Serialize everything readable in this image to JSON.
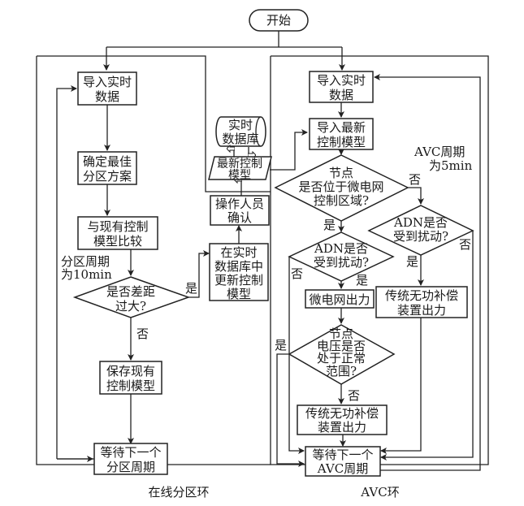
{
  "diagram": {
    "start": "开始",
    "left_loop": {
      "caption": "在线分区环",
      "period_note": [
        "分区周期",
        "为10min"
      ],
      "import_data": [
        "导入实时",
        "数据"
      ],
      "determine_partition": [
        "确定最佳",
        "分区方案"
      ],
      "compare_model": [
        "与现有控制",
        "模型比较"
      ],
      "gap_decision": [
        "是否差距",
        "过大?"
      ],
      "save_model": [
        "保存现有",
        "控制模型"
      ],
      "wait_period": [
        "等待下一个",
        "分区周期"
      ],
      "update_db": [
        "在实时",
        "数据库中",
        "更新控制",
        "模型"
      ],
      "operator_confirm": [
        "操作人员",
        "确认"
      ],
      "yes": "是",
      "no": "否"
    },
    "shared": {
      "realtime_db": [
        "实时",
        "数据库"
      ],
      "latest_model": [
        "最新控制",
        "模型"
      ]
    },
    "right_loop": {
      "caption": "AVC环",
      "period_note": [
        "AVC周期",
        "为5min"
      ],
      "import_data": [
        "导入实时",
        "数据"
      ],
      "import_model": [
        "导入最新",
        "控制模型"
      ],
      "node_in_microgrid": [
        "节点",
        "是否位于微电网",
        "控制区域?"
      ],
      "adn_disturbed_right": [
        "ADN是否",
        "受到扰动?"
      ],
      "adn_disturbed_left": [
        "ADN是否",
        "受到扰动?"
      ],
      "microgrid_output": "微电网出力",
      "traditional_output_right": [
        "传统无功补偿",
        "装置出力"
      ],
      "voltage_normal": [
        "节点",
        "电压是否",
        "处于正常",
        "范围?"
      ],
      "traditional_output_left": [
        "传统无功补偿",
        "装置出力"
      ],
      "wait_period": [
        "等待下一个",
        "AVC周期"
      ],
      "yes": "是",
      "no": "否"
    }
  }
}
